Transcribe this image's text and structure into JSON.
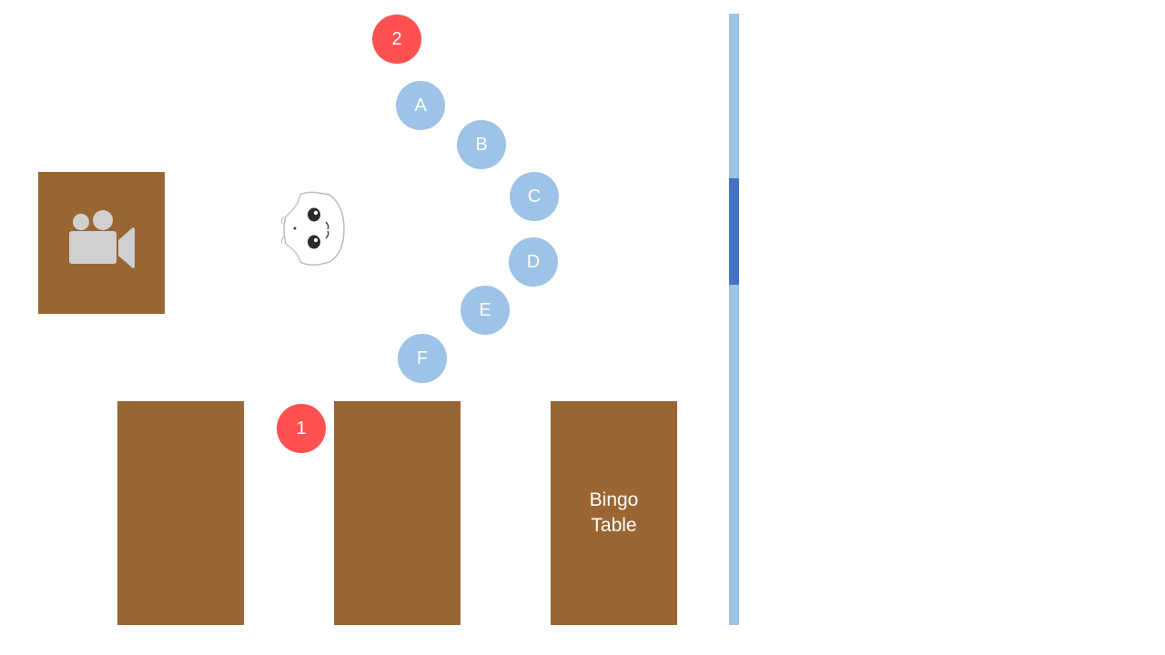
{
  "diagram": {
    "colors": {
      "background": "#ffffff",
      "table_brown": "#996633",
      "seat_blue": "#9dc3e6",
      "position_red": "#ff5050",
      "wall_light_blue": "#9dc3e6",
      "wall_door_blue": "#4472c4",
      "camera_gray": "#d0d0d0"
    },
    "camera": {
      "icon": "video-camera-icon"
    },
    "robot": {
      "icon": "robot-top-view-icon"
    },
    "seats": [
      "A",
      "B",
      "C",
      "D",
      "E",
      "F"
    ],
    "positions": [
      "1",
      "2"
    ],
    "tables": {
      "left_label": "",
      "middle_label": "",
      "bingo_label": "Bingo\nTable"
    }
  }
}
